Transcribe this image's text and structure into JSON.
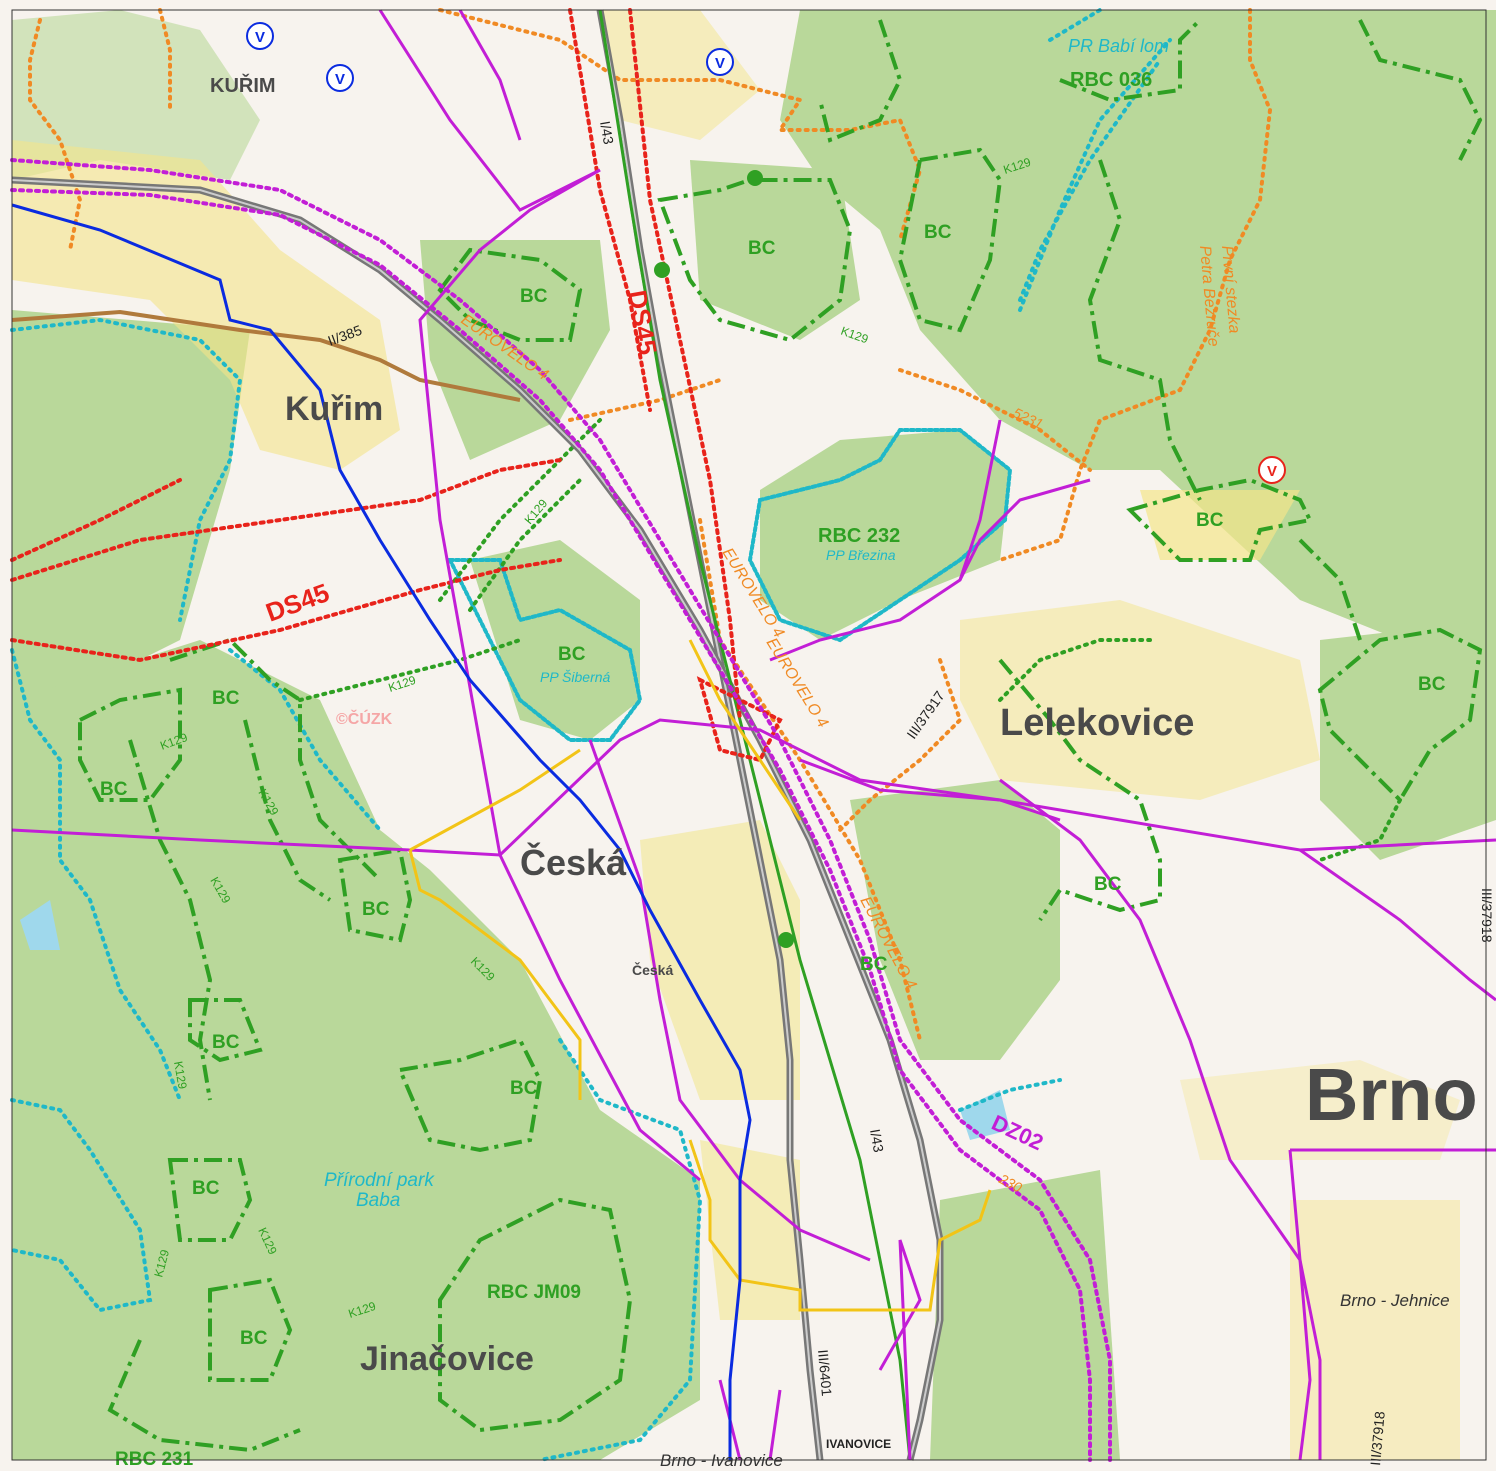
{
  "map": {
    "towns": {
      "kurim_top": "KUŘIM",
      "kurim": "Kuřim",
      "ceska": "Česká",
      "ceska_small": "Česká",
      "lelekovice": "Lelekovice",
      "brno": "Brno",
      "jinacovice": "Jinačovice",
      "brno_jehnice": "Brno - Jehnice",
      "brno_ivanovice": "Brno - Ivanovice",
      "ivanovice": "IVANOVICE"
    },
    "biocentres": {
      "bc": "BC",
      "rbc_036": "RBC 036",
      "rbc_232": "RBC 232",
      "rbc_jm09": "RBC JM09",
      "rbc_231": "RBC 231"
    },
    "corridor_label": "K129",
    "protected_areas": {
      "pr_babi_lom": "PR Babí lom",
      "pp_brezina": "PP Březina",
      "pp_siberna": "PP Šiberná",
      "park_line1": "Přírodní park",
      "park_line2": "Baba"
    },
    "roads": {
      "i43": "I/43",
      "ii385": "II/385",
      "iii37917": "III/37917",
      "iii6401": "III/6401",
      "iii37918": "III/37918"
    },
    "plans": {
      "ds45": "DS45",
      "dz02": "DZ02"
    },
    "cycle": {
      "eurovelo": "EUROVELO 4",
      "route_5231": "5231",
      "route_230": "230",
      "trail_line1": "První stezka",
      "trail_line2": "Petra Bezruče"
    },
    "markers": {
      "v": "V"
    },
    "watermark": "©ČÚZK",
    "colors": {
      "forest": "#b9d89a",
      "field": "#f7f3ee",
      "settlement": "#f3e58a",
      "eco_green": "#2fa023",
      "purple": "#c21ed6",
      "red_plan": "#e8231b",
      "orange": "#f08a24",
      "cyan": "#1fb8c8",
      "blue": "#0a2be0",
      "road_gray": "#777777"
    }
  }
}
